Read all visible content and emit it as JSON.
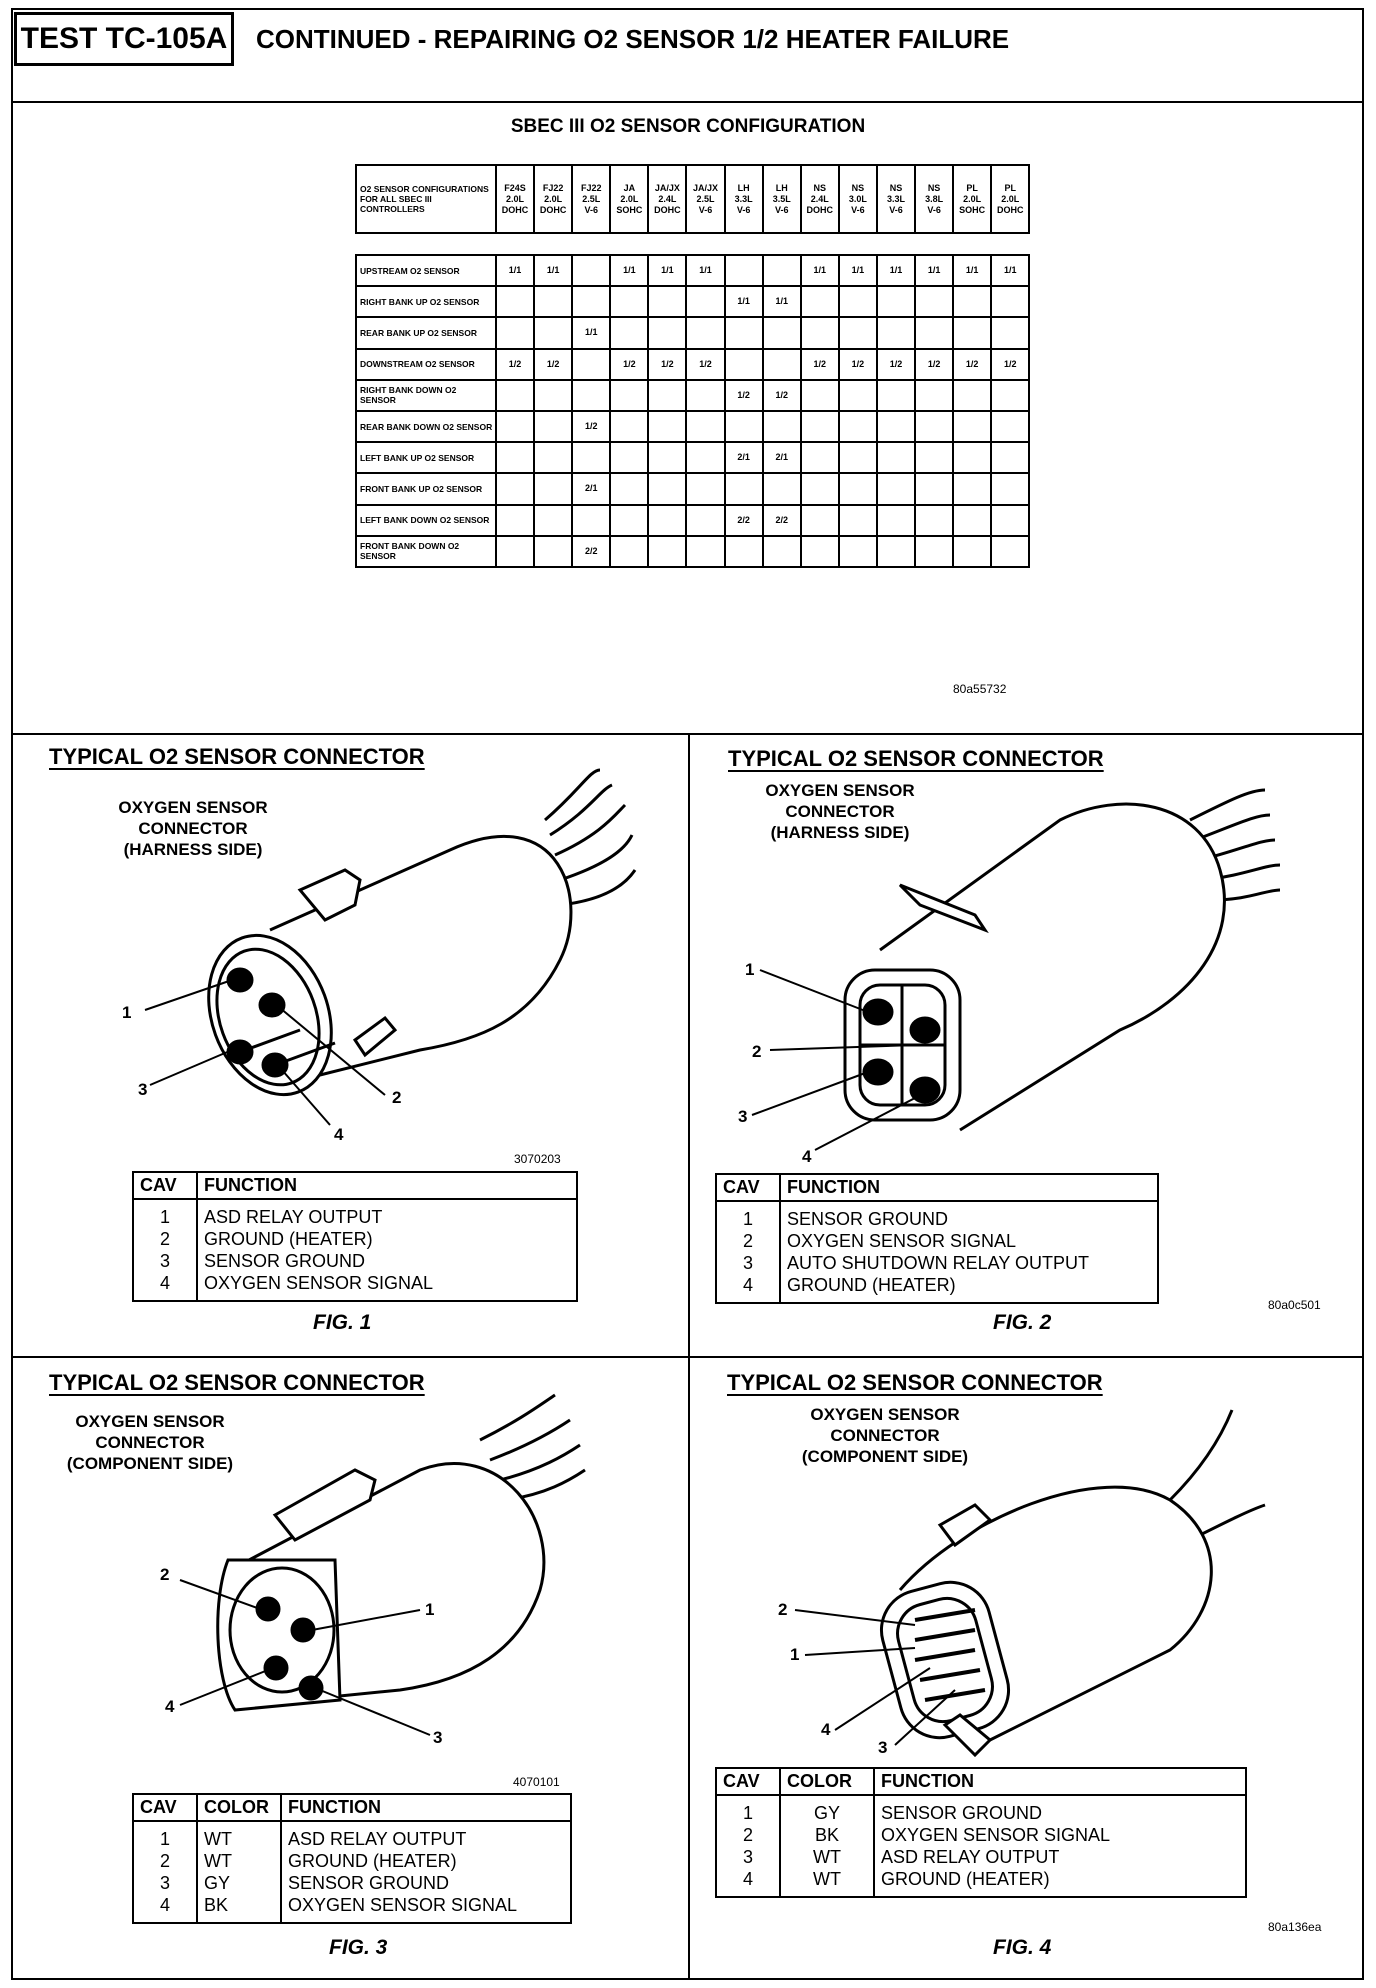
{
  "header": {
    "test_id": "TEST TC-105A",
    "title": "CONTINUED - REPAIRING O2 SENSOR 1/2 HEATER FAILURE"
  },
  "config": {
    "title": "SBEC III O2 SENSOR CONFIGURATION",
    "corner_label": "O2 SENSOR CONFIGURATIONS FOR ALL SBEC III CONTROLLERS",
    "columns": [
      [
        "F24S",
        "2.0L",
        "DOHC"
      ],
      [
        "FJ22",
        "2.0L",
        "DOHC"
      ],
      [
        "FJ22",
        "2.5L",
        "V-6"
      ],
      [
        "JA",
        "2.0L",
        "SOHC"
      ],
      [
        "JA/JX",
        "2.4L",
        "DOHC"
      ],
      [
        "JA/JX",
        "2.5L",
        "V-6"
      ],
      [
        "LH",
        "3.3L",
        "V-6"
      ],
      [
        "LH",
        "3.5L",
        "V-6"
      ],
      [
        "NS",
        "2.4L",
        "DOHC"
      ],
      [
        "NS",
        "3.0L",
        "V-6"
      ],
      [
        "NS",
        "3.3L",
        "V-6"
      ],
      [
        "NS",
        "3.8L",
        "V-6"
      ],
      [
        "PL",
        "2.0L",
        "SOHC"
      ],
      [
        "PL",
        "2.0L",
        "DOHC"
      ]
    ],
    "rows": [
      {
        "label": "UPSTREAM O2 SENSOR",
        "cells": [
          "1/1",
          "1/1",
          "",
          "1/1",
          "1/1",
          "1/1",
          "",
          "",
          "1/1",
          "1/1",
          "1/1",
          "1/1",
          "1/1",
          "1/1"
        ]
      },
      {
        "label": "RIGHT BANK UP O2 SENSOR",
        "cells": [
          "",
          "",
          "",
          "",
          "",
          "",
          "1/1",
          "1/1",
          "",
          "",
          "",
          "",
          "",
          ""
        ]
      },
      {
        "label": "REAR BANK UP O2 SENSOR",
        "cells": [
          "",
          "",
          "1/1",
          "",
          "",
          "",
          "",
          "",
          "",
          "",
          "",
          "",
          "",
          ""
        ]
      },
      {
        "label": "DOWNSTREAM O2 SENSOR",
        "cells": [
          "1/2",
          "1/2",
          "",
          "1/2",
          "1/2",
          "1/2",
          "",
          "",
          "1/2",
          "1/2",
          "1/2",
          "1/2",
          "1/2",
          "1/2"
        ]
      },
      {
        "label": "RIGHT BANK DOWN O2 SENSOR",
        "cells": [
          "",
          "",
          "",
          "",
          "",
          "",
          "1/2",
          "1/2",
          "",
          "",
          "",
          "",
          "",
          ""
        ]
      },
      {
        "label": "REAR BANK DOWN O2 SENSOR",
        "cells": [
          "",
          "",
          "1/2",
          "",
          "",
          "",
          "",
          "",
          "",
          "",
          "",
          "",
          "",
          ""
        ]
      },
      {
        "label": "LEFT BANK UP O2 SENSOR",
        "cells": [
          "",
          "",
          "",
          "",
          "",
          "",
          "2/1",
          "2/1",
          "",
          "",
          "",
          "",
          "",
          ""
        ]
      },
      {
        "label": "FRONT BANK UP O2 SENSOR",
        "cells": [
          "",
          "",
          "2/1",
          "",
          "",
          "",
          "",
          "",
          "",
          "",
          "",
          "",
          "",
          ""
        ]
      },
      {
        "label": "LEFT BANK DOWN O2 SENSOR",
        "cells": [
          "",
          "",
          "",
          "",
          "",
          "",
          "2/2",
          "2/2",
          "",
          "",
          "",
          "",
          "",
          ""
        ]
      },
      {
        "label": "FRONT BANK DOWN O2 SENSOR",
        "cells": [
          "",
          "",
          "2/2",
          "",
          "",
          "",
          "",
          "",
          "",
          "",
          "",
          "",
          "",
          ""
        ]
      }
    ],
    "figure_id": "80a55732"
  },
  "figures": [
    {
      "title": "TYPICAL O2 SENSOR CONNECTOR",
      "connector_label": [
        "OXYGEN SENSOR",
        "CONNECTOR",
        "(HARNESS SIDE)"
      ],
      "image_id": "3070203",
      "headers": [
        "CAV",
        "FUNCTION"
      ],
      "rows": [
        [
          "1",
          "ASD RELAY OUTPUT"
        ],
        [
          "2",
          "GROUND (HEATER)"
        ],
        [
          "3",
          "SENSOR GROUND"
        ],
        [
          "4",
          "OXYGEN SENSOR SIGNAL"
        ]
      ],
      "caption": "FIG. 1",
      "callouts": [
        "1",
        "2",
        "3",
        "4"
      ]
    },
    {
      "title": "TYPICAL O2 SENSOR CONNECTOR",
      "connector_label": [
        "OXYGEN SENSOR",
        "CONNECTOR",
        "(HARNESS SIDE)"
      ],
      "image_id": "80a0c501",
      "headers": [
        "CAV",
        "FUNCTION"
      ],
      "rows": [
        [
          "1",
          "SENSOR GROUND"
        ],
        [
          "2",
          "OXYGEN SENSOR SIGNAL"
        ],
        [
          "3",
          "AUTO SHUTDOWN RELAY OUTPUT"
        ],
        [
          "4",
          "GROUND (HEATER)"
        ]
      ],
      "caption": "FIG. 2",
      "callouts": [
        "1",
        "2",
        "3",
        "4"
      ]
    },
    {
      "title": "TYPICAL O2 SENSOR CONNECTOR",
      "connector_label": [
        "OXYGEN SENSOR",
        "CONNECTOR",
        "(COMPONENT SIDE)"
      ],
      "image_id": "4070101",
      "headers": [
        "CAV",
        "COLOR",
        "FUNCTION"
      ],
      "rows": [
        [
          "1",
          "WT",
          "ASD RELAY OUTPUT"
        ],
        [
          "2",
          "WT",
          "GROUND (HEATER)"
        ],
        [
          "3",
          "GY",
          "SENSOR GROUND"
        ],
        [
          "4",
          "BK",
          "OXYGEN SENSOR SIGNAL"
        ]
      ],
      "caption": "FIG. 3",
      "callouts": [
        "1",
        "2",
        "3",
        "4"
      ]
    },
    {
      "title": "TYPICAL O2 SENSOR CONNECTOR",
      "connector_label": [
        "OXYGEN SENSOR",
        "CONNECTOR",
        "(COMPONENT SIDE)"
      ],
      "image_id": "80a136ea",
      "headers": [
        "CAV",
        "COLOR",
        "FUNCTION"
      ],
      "rows": [
        [
          "1",
          "GY",
          "SENSOR GROUND"
        ],
        [
          "2",
          "BK",
          "OXYGEN SENSOR SIGNAL"
        ],
        [
          "3",
          "WT",
          "ASD RELAY OUTPUT"
        ],
        [
          "4",
          "WT",
          "GROUND (HEATER)"
        ]
      ],
      "caption": "FIG. 4",
      "callouts": [
        "1",
        "2",
        "3",
        "4"
      ]
    }
  ]
}
